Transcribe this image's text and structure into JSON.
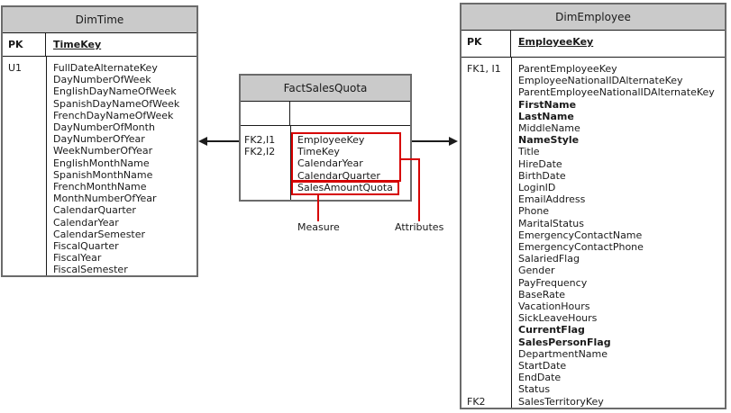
{
  "tables": {
    "dim_time": {
      "title": "DimTime",
      "pk_label": "PK",
      "pk_column": "TimeKey",
      "rows": [
        {
          "key": "U1",
          "name": "FullDateAlternateKey",
          "bold": false
        },
        {
          "key": "",
          "name": "DayNumberOfWeek",
          "bold": false
        },
        {
          "key": "",
          "name": "EnglishDayNameOfWeek",
          "bold": false
        },
        {
          "key": "",
          "name": "SpanishDayNameOfWeek",
          "bold": false
        },
        {
          "key": "",
          "name": "FrenchDayNameOfWeek",
          "bold": false
        },
        {
          "key": "",
          "name": "DayNumberOfMonth",
          "bold": false
        },
        {
          "key": "",
          "name": "DayNumberOfYear",
          "bold": false
        },
        {
          "key": "",
          "name": "WeekNumberOfYear",
          "bold": false
        },
        {
          "key": "",
          "name": "EnglishMonthName",
          "bold": false
        },
        {
          "key": "",
          "name": "SpanishMonthName",
          "bold": false
        },
        {
          "key": "",
          "name": "FrenchMonthName",
          "bold": false
        },
        {
          "key": "",
          "name": "MonthNumberOfYear",
          "bold": false
        },
        {
          "key": "",
          "name": "CalendarQuarter",
          "bold": false
        },
        {
          "key": "",
          "name": "CalendarYear",
          "bold": false
        },
        {
          "key": "",
          "name": "CalendarSemester",
          "bold": false
        },
        {
          "key": "",
          "name": "FiscalQuarter",
          "bold": false
        },
        {
          "key": "",
          "name": "FiscalYear",
          "bold": false
        },
        {
          "key": "",
          "name": "FiscalSemester",
          "bold": false
        }
      ]
    },
    "fact_sales_quota": {
      "title": "FactSalesQuota",
      "key_labels": [
        "FK2,I1",
        "FK2,I2"
      ],
      "attributes": [
        "EmployeeKey",
        "TimeKey",
        "CalendarYear",
        "CalendarQuarter"
      ],
      "measure": "SalesAmountQuota"
    },
    "dim_employee": {
      "title": "DimEmployee",
      "pk_label": "PK",
      "pk_column": "EmployeeKey",
      "rows": [
        {
          "key": "FK1, I1",
          "name": "ParentEmployeeKey",
          "bold": false
        },
        {
          "key": "",
          "name": "EmployeeNationalIDAlternateKey",
          "bold": false
        },
        {
          "key": "",
          "name": "ParentEmployeeNationalIDAlternateKey",
          "bold": false
        },
        {
          "key": "",
          "name": "FirstName",
          "bold": true
        },
        {
          "key": "",
          "name": "LastName",
          "bold": true
        },
        {
          "key": "",
          "name": "MiddleName",
          "bold": false
        },
        {
          "key": "",
          "name": "NameStyle",
          "bold": true
        },
        {
          "key": "",
          "name": "Title",
          "bold": false
        },
        {
          "key": "",
          "name": "HireDate",
          "bold": false
        },
        {
          "key": "",
          "name": "BirthDate",
          "bold": false
        },
        {
          "key": "",
          "name": "LoginID",
          "bold": false
        },
        {
          "key": "",
          "name": "EmailAddress",
          "bold": false
        },
        {
          "key": "",
          "name": "Phone",
          "bold": false
        },
        {
          "key": "",
          "name": "MaritalStatus",
          "bold": false
        },
        {
          "key": "",
          "name": "EmergencyContactName",
          "bold": false
        },
        {
          "key": "",
          "name": "EmergencyContactPhone",
          "bold": false
        },
        {
          "key": "",
          "name": "SalariedFlag",
          "bold": false
        },
        {
          "key": "",
          "name": "Gender",
          "bold": false
        },
        {
          "key": "",
          "name": "PayFrequency",
          "bold": false
        },
        {
          "key": "",
          "name": "BaseRate",
          "bold": false
        },
        {
          "key": "",
          "name": "VacationHours",
          "bold": false
        },
        {
          "key": "",
          "name": "SickLeaveHours",
          "bold": false
        },
        {
          "key": "",
          "name": "CurrentFlag",
          "bold": true
        },
        {
          "key": "",
          "name": "SalesPersonFlag",
          "bold": true
        },
        {
          "key": "",
          "name": "DepartmentName",
          "bold": false
        },
        {
          "key": "",
          "name": "StartDate",
          "bold": false
        },
        {
          "key": "",
          "name": "EndDate",
          "bold": false
        },
        {
          "key": "",
          "name": "Status",
          "bold": false
        },
        {
          "key": "FK2",
          "name": "SalesTerritoryKey",
          "bold": false
        }
      ]
    }
  },
  "annotations": {
    "measure_label": "Measure",
    "attributes_label": "Attributes"
  },
  "relationships": [
    {
      "from": "FactSalesQuota",
      "to": "DimTime",
      "direction": "left"
    },
    {
      "from": "FactSalesQuota",
      "to": "DimEmployee",
      "direction": "right"
    }
  ],
  "colors": {
    "header_fill": "#cacaca",
    "border": "#6b6b6b",
    "line": "#1a1a1a",
    "red": "#d60000",
    "arrow": "#1c1c1c"
  }
}
